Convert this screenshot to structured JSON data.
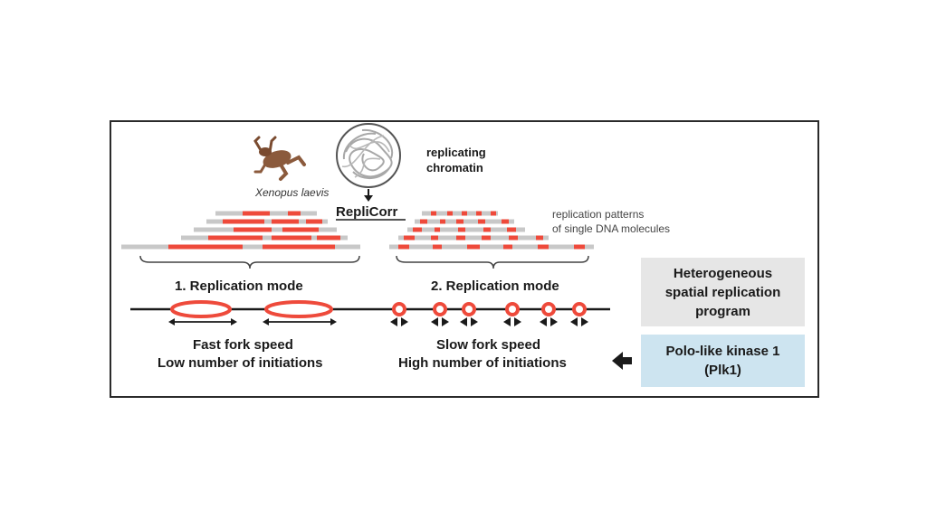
{
  "labels": {
    "organism": "Xenopus laevis",
    "chromatin_line1": "replicating",
    "chromatin_line2": "chromatin",
    "method": "RepliCorr",
    "patterns_line1": "replication patterns",
    "patterns_line2": "of single DNA molecules",
    "mode1_title": "1. Replication mode",
    "mode2_title": "2. Replication mode",
    "mode1_desc_line1": "Fast fork speed",
    "mode1_desc_line2": "Low number of initiations",
    "mode2_desc_line1": "Slow fork speed",
    "mode2_desc_line2": "High number of initiations"
  },
  "boxes": {
    "heterogeneous": {
      "line1": "Heterogeneous",
      "line2": "spatial replication",
      "line3": "program",
      "color": "#e6e6e6"
    },
    "plk1": {
      "line1": "Polo-like kinase 1",
      "line2": "(Plk1)",
      "color": "#cde4f0"
    }
  },
  "colors": {
    "replication_red": "#ee4a3b",
    "dna_gray": "#c8c8c8",
    "frog_brown": "#8b5a3c"
  },
  "icons": {
    "frog": "frog-icon",
    "chromatin": "chromatin-icon",
    "arrow": "left-arrow-icon"
  }
}
